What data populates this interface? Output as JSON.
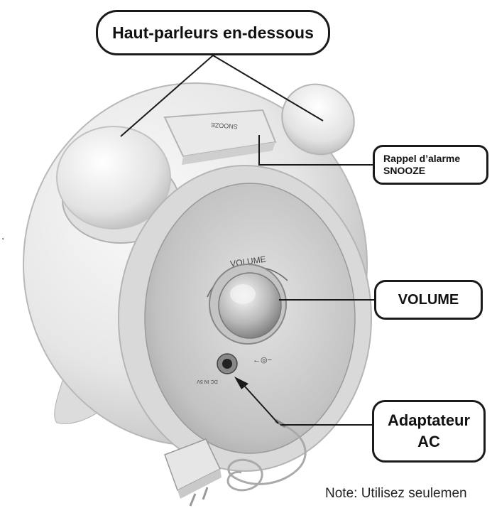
{
  "labels": {
    "speakers": "Haut-parleurs en-dessous",
    "snooze_line1": "Rappel d’alarme",
    "snooze_line2": "SNOOZE",
    "volume": "VOLUME",
    "adapter_line1": "Adaptateur",
    "adapter_line2": "AC",
    "note": "Note: Utilisez seulemen",
    "dot": "."
  },
  "device_text": {
    "snooze_button": "SNOOZE",
    "volume_arc": "VOLUME",
    "dc_jack": "DC IN 5V"
  },
  "colors": {
    "body": "#e4e4e4",
    "panel": "#bdbdbd",
    "outline": "#1a1a1a"
  }
}
